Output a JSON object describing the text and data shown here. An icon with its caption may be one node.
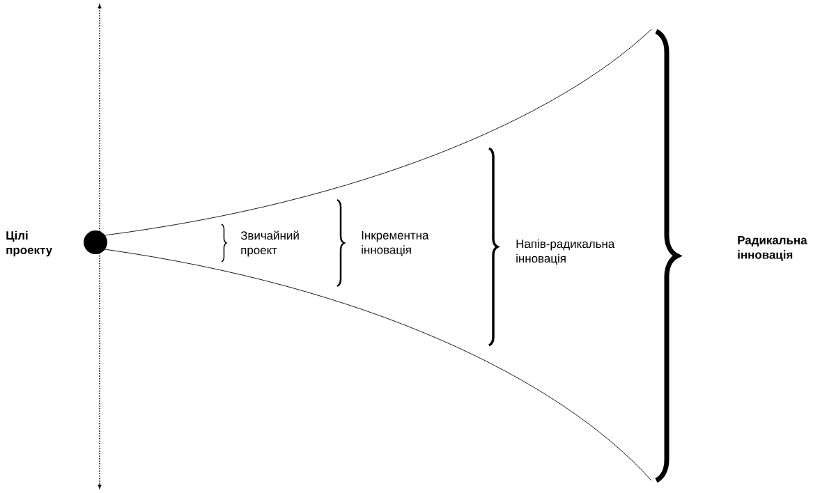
{
  "diagram": {
    "labels": [
      "Цілі проекту",
      "Звичайний проект",
      "Інкрементна інновація",
      "Напів-радикальна інновація",
      "Радикальна інновація"
    ]
  }
}
